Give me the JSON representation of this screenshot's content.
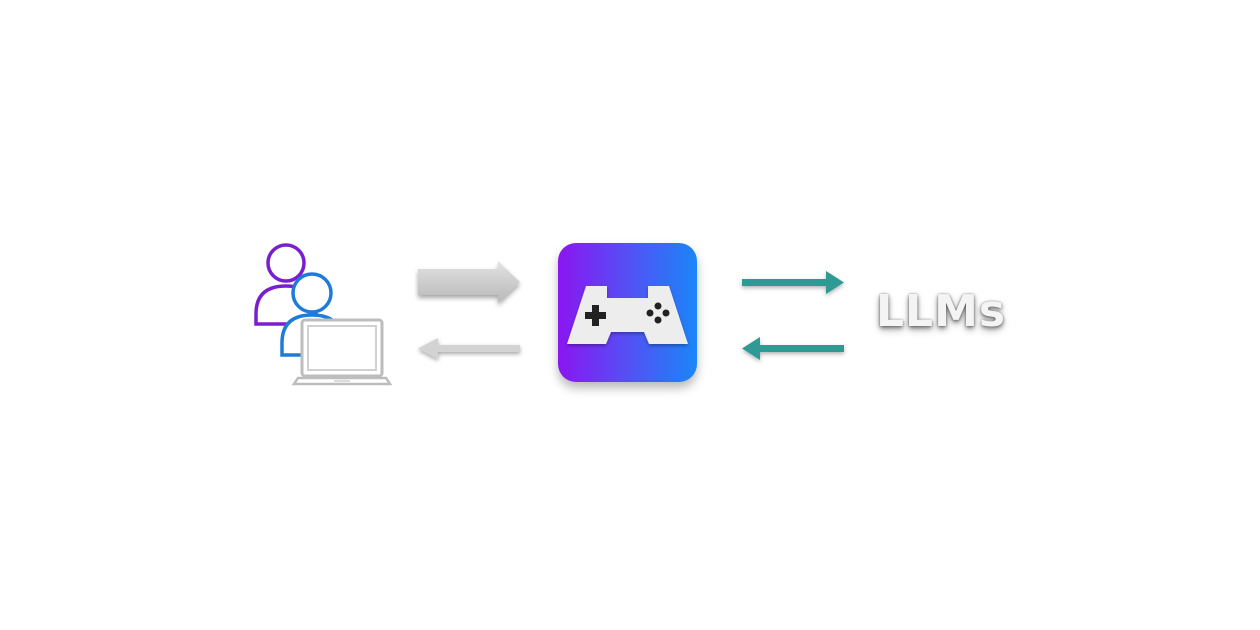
{
  "diagram": {
    "nodes": {
      "users": {
        "icon": "users-with-laptop-icon"
      },
      "game": {
        "icon": "gamepad-icon"
      },
      "llm": {
        "label": "LLMs"
      }
    },
    "edges": [
      {
        "from": "users",
        "to": "game",
        "icon": "arrow-right-icon",
        "color": "#c8c8c8"
      },
      {
        "from": "game",
        "to": "users",
        "icon": "arrow-left-icon",
        "color": "#c8c8c8"
      },
      {
        "from": "game",
        "to": "llm",
        "icon": "arrow-right-icon",
        "color": "#2f9a93"
      },
      {
        "from": "llm",
        "to": "game",
        "icon": "arrow-left-icon",
        "color": "#2f9a93"
      }
    ]
  },
  "colors": {
    "user_front": "#1f7bd8",
    "user_back": "#7a1fd0",
    "tile_start": "#8a16f0",
    "tile_end": "#1a86f8",
    "gamepad": "#ededed",
    "teal": "#2f9a93"
  }
}
